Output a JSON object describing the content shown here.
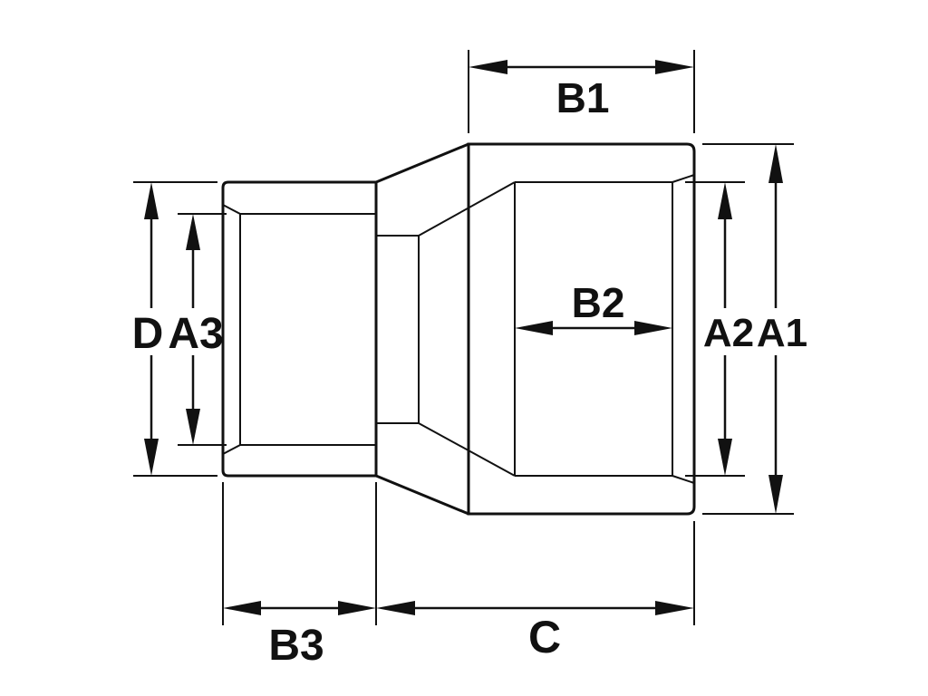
{
  "diagram": {
    "labels": {
      "b1": "B1",
      "b2": "B2",
      "b3": "B3",
      "a1": "A1",
      "a2": "A2",
      "a3": "A3",
      "d": "D",
      "c": "C"
    },
    "colors": {
      "line": "#111111",
      "background": "#ffffff"
    }
  }
}
